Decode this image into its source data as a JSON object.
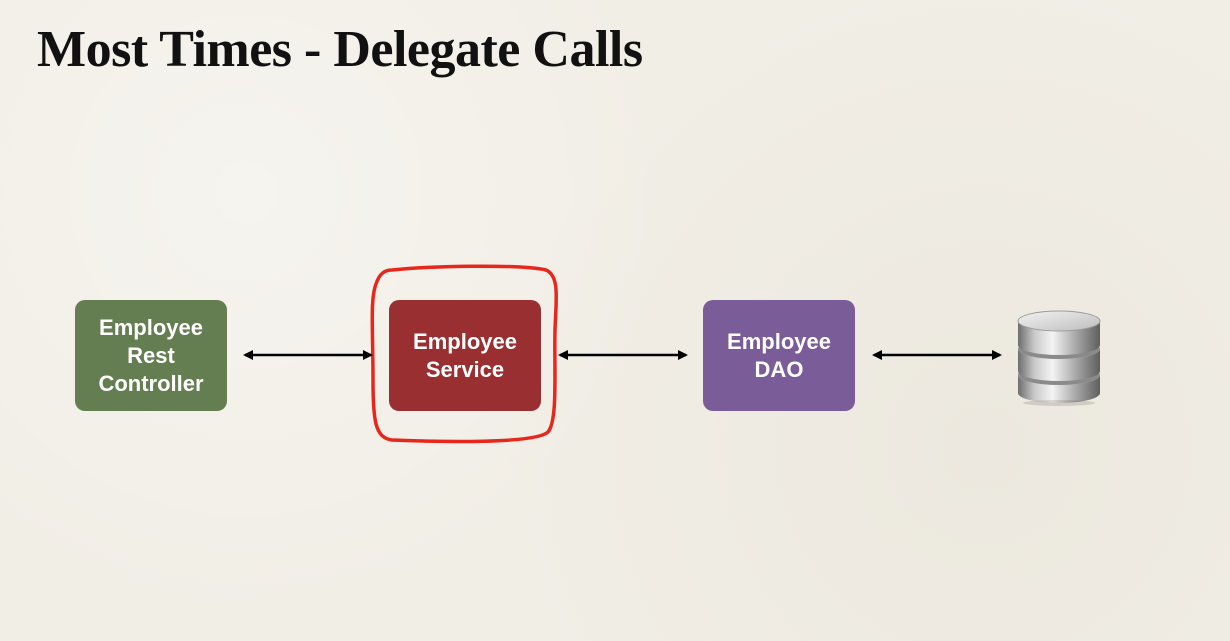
{
  "slide": {
    "title": "Most Times - Delegate Calls"
  },
  "diagram": {
    "nodes": [
      {
        "id": "controller",
        "label": "Employee\nRest\nController",
        "color": "#647e51"
      },
      {
        "id": "service",
        "label": "Employee\nService",
        "color": "#9a2f31",
        "highlighted": true
      },
      {
        "id": "dao",
        "label": "Employee\nDAO",
        "color": "#7a5c98"
      },
      {
        "id": "database",
        "icon": "database-icon"
      }
    ],
    "edges": [
      {
        "from": "controller",
        "to": "service",
        "direction": "both"
      },
      {
        "from": "service",
        "to": "dao",
        "direction": "both"
      },
      {
        "from": "dao",
        "to": "database",
        "direction": "both"
      }
    ],
    "highlight_color": "#e8271c"
  }
}
